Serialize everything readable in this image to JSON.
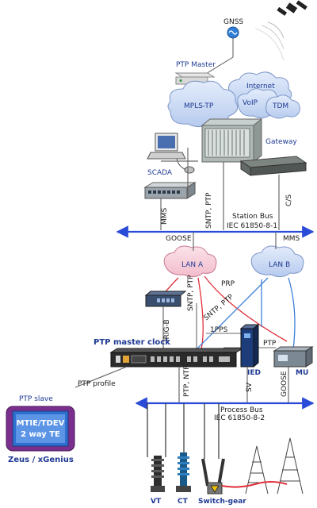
{
  "labels": {
    "gnss": "GNSS",
    "ptp_master": "PTP Master",
    "internet": "Internet",
    "mpls_tp": "MPLS-TP",
    "voip": "VoIP",
    "tdm": "TDM",
    "gateway": "Gateway",
    "scada": "SCADA",
    "mms_left": "MMS",
    "sntp_ptp_top": "SNTP, PTP",
    "station_bus": "Station Bus",
    "station_bus_std": "IEC 61850-8-1",
    "cs": "C/S",
    "goose_top": "GOOSE",
    "mms_right": "MMS",
    "lan_a": "LAN A",
    "lan_b": "LAN B",
    "sntp_ptp_mid": "SNTP, PTP",
    "prp": "PRP",
    "sntp_ptp_diag": "SNTP, PTP",
    "irig_b": "IRIG-B",
    "one_pps": "1PPS",
    "ptp_mid": "PTP",
    "ptp_master_clock": "PTP master clock",
    "ied": "IED",
    "mu": "MU",
    "ptp_profile": "PTP profile",
    "ptp_slave": "PTP slave",
    "screen_line1": "MTIE/TDEV",
    "screen_line2": "2 way TE",
    "zeus": "Zeus / xGenius",
    "ptp_ntp": "PTP, NTP",
    "sv": "SV",
    "goose_bottom": "GOOSE",
    "process_bus": "Process Bus",
    "process_bus_std": "IEC 61850-8-2",
    "vt": "VT",
    "ct": "CT",
    "switchgear": "Switch-gear"
  },
  "colors": {
    "bus": "#2a4bd7",
    "cloud_blue": "#c9d9f5",
    "cloud_pink": "#f7cfd8",
    "red_link": "#e0303a",
    "blue_link": "#3d7fd6",
    "label_blue": "#1f3a93",
    "handheld": "#7a2f8f"
  }
}
